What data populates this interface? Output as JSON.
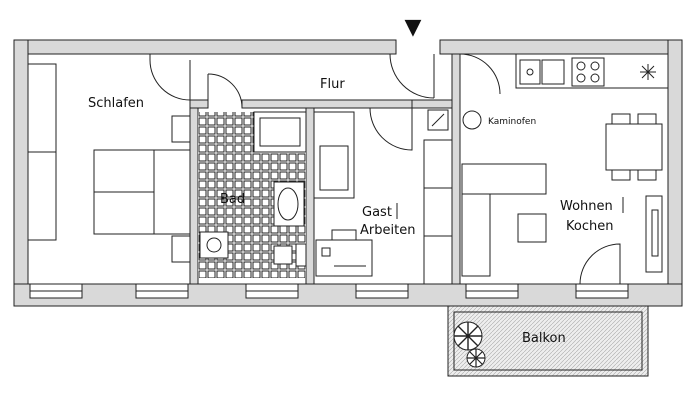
{
  "plan": {
    "entrance_marker": "▼",
    "rooms": {
      "schlafen": "Schlafen",
      "flur": "Flur",
      "bad": "Bad",
      "gast_line1": "Gast",
      "gast_line2": "Arbeiten",
      "wohnen_line1": "Wohnen",
      "wohnen_line2": "Kochen",
      "balkon": "Balkon"
    },
    "fixtures": {
      "kaminofen": "Kaminofen"
    },
    "colors": {
      "wall_fill": "#d9d9d9",
      "balcony_fill": "#eeeeee",
      "tile_line": "#222222",
      "line": "#222222"
    }
  }
}
